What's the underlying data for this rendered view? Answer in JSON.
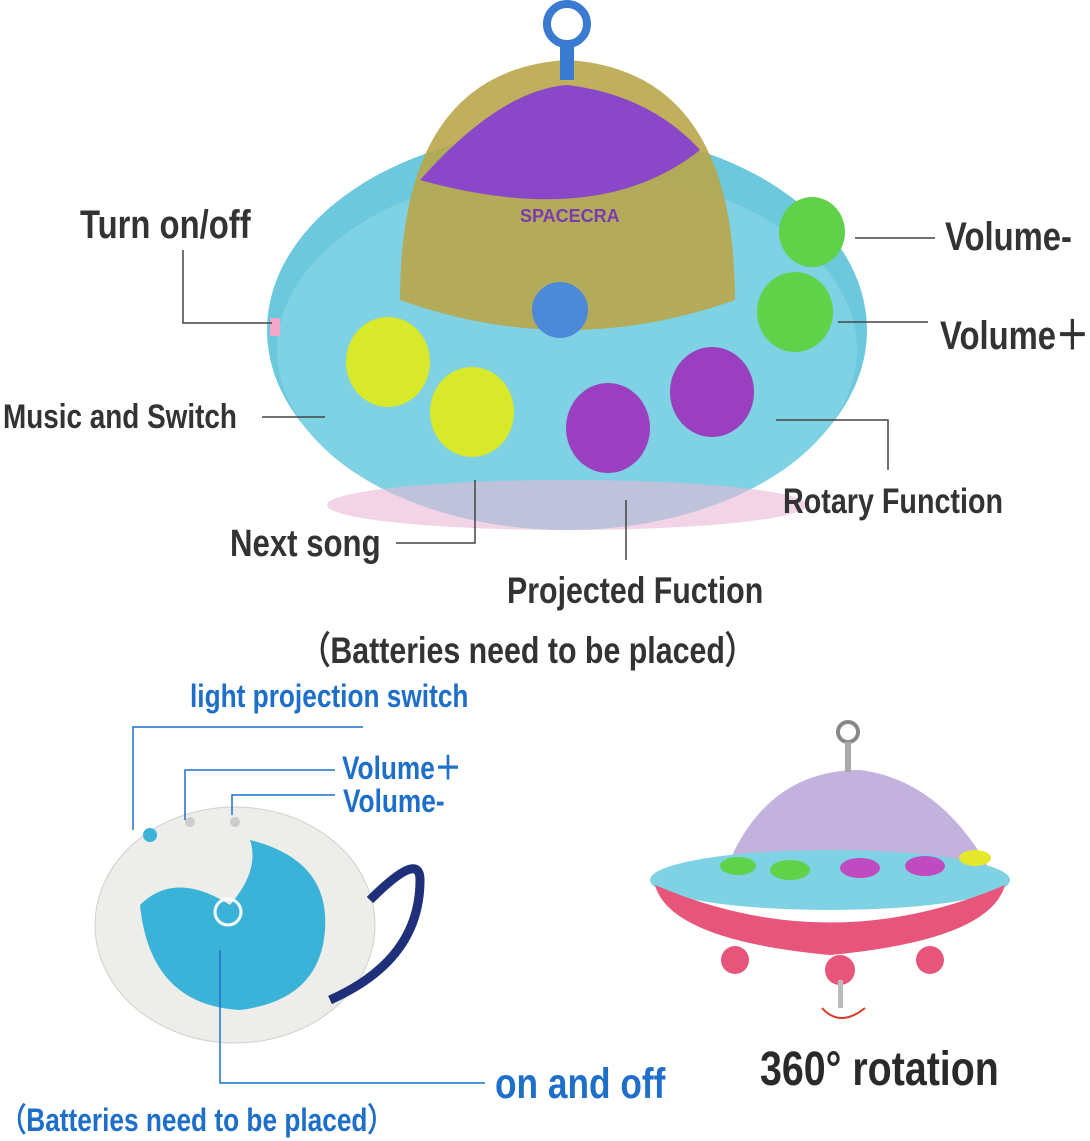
{
  "top_diagram": {
    "turn_on_off": "Turn on/off",
    "volume_minus": "Volume-",
    "volume_plus": "Volume＋",
    "music_and_switch": "Music and Switch",
    "rotary_function": "Rotary Function",
    "next_song": "Next song",
    "projected_function": "Projected Fuction",
    "batteries_note": "（Batteries need to be placed）",
    "toy_print": "SPACECRA"
  },
  "remote_diagram": {
    "light_projection_switch": "light projection switch",
    "volume_plus": "Volume＋",
    "volume_minus": "Volume-",
    "on_and_off": "on and off",
    "batteries_note": "（Batteries need to be placed）"
  },
  "rotation_diagram": {
    "caption": "360° rotation"
  },
  "colors": {
    "label_dark": "#333333",
    "label_blue": "#1e6fc9",
    "ufo_body": "#6cc8dc",
    "button_yellow": "#d8e82a",
    "button_green": "#5fd24a",
    "button_purple": "#9a3fc0",
    "ufo_base_pink": "#e8557a"
  }
}
